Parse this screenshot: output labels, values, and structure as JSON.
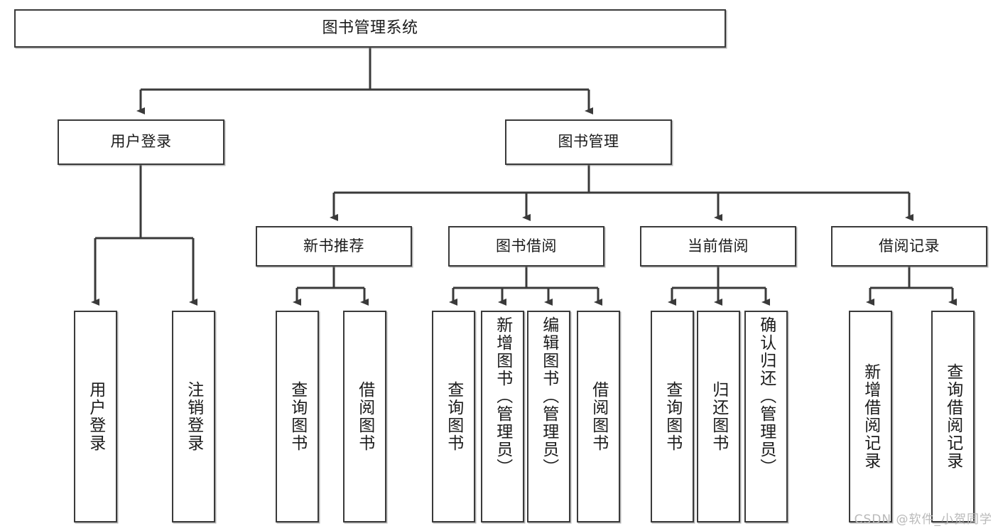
{
  "diagram": {
    "type": "tree",
    "title": "图书管理系统",
    "orientation": "top-down",
    "colors": {
      "box_border": "#3a3a3a",
      "box_fill": "#ffffff",
      "edge": "#3a3a3a",
      "text": "#1b1b1b",
      "watermark": "#b9b9b9"
    },
    "root": {
      "label": "图书管理系统"
    },
    "level2": [
      {
        "label": "用户登录"
      },
      {
        "label": "图书管理"
      }
    ],
    "level3": [
      {
        "label": "新书推荐"
      },
      {
        "label": "图书借阅"
      },
      {
        "label": "当前借阅"
      },
      {
        "label": "借阅记录"
      }
    ],
    "leaves": {
      "user_login": [
        {
          "label": "用户登录"
        },
        {
          "label": "注销登录"
        }
      ],
      "new_book_recommend": [
        {
          "label": "查询图书"
        },
        {
          "label": "借阅图书"
        }
      ],
      "book_borrow": [
        {
          "label": "查询图书"
        },
        {
          "label": "新增图书（管理员）"
        },
        {
          "label": "编辑图书（管理员）"
        },
        {
          "label": "借阅图书"
        }
      ],
      "current_borrow": [
        {
          "label": "查询图书"
        },
        {
          "label": "归还图书"
        },
        {
          "label": "确认归还（管理员）"
        }
      ],
      "borrow_record": [
        {
          "label": "新增借阅记录"
        },
        {
          "label": "查询借阅记录"
        }
      ]
    }
  },
  "watermark": {
    "text": "CSDN @软件_小贺同学"
  }
}
